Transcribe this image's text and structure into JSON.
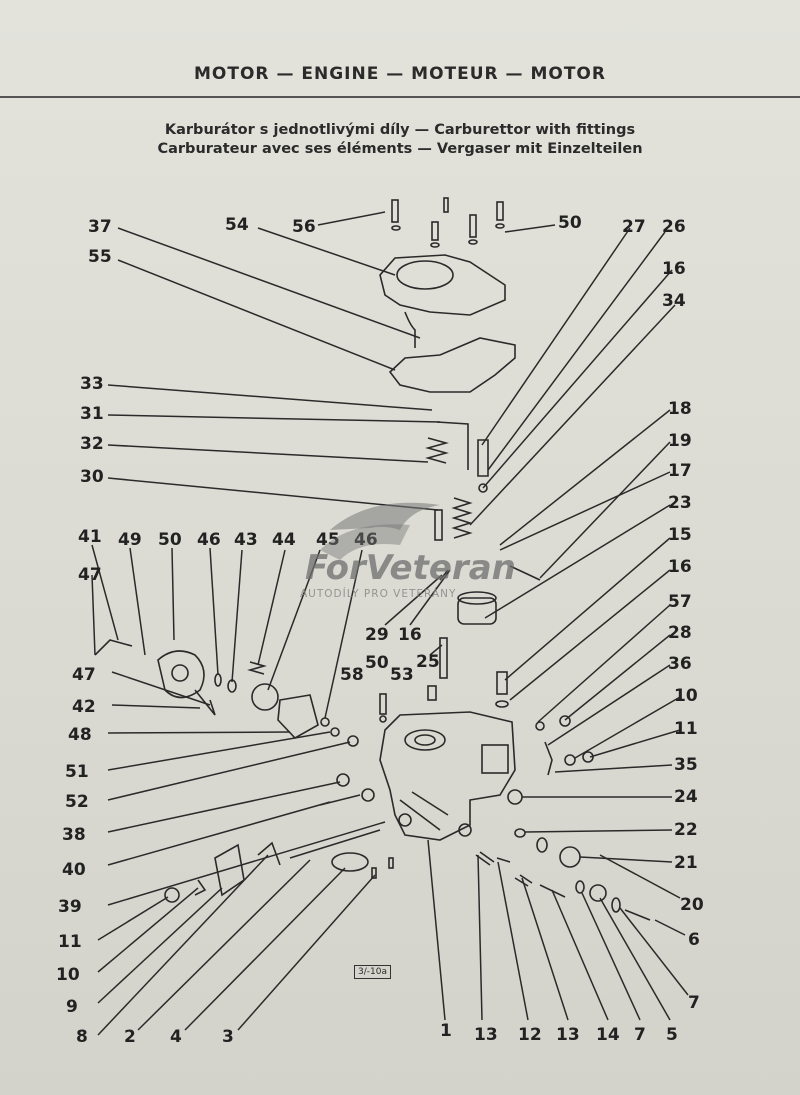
{
  "header": {
    "title": "MOTOR — ENGINE — MOTEUR — MOTOR"
  },
  "subtitle": {
    "line1": "Karburátor s jednotlivými díly — Carburettor with fittings",
    "line2": "Carburateur avec ses éléments — Vergaser mit Einzelteilen"
  },
  "watermark": {
    "brand": "ForVeteran",
    "tagline": "AUTODÍLY PRO VETERÁNY"
  },
  "figure_code": "3/-10a",
  "callouts": [
    {
      "id": "c37",
      "text": "37"
    },
    {
      "id": "c54",
      "text": "54"
    },
    {
      "id": "c56",
      "text": "56"
    },
    {
      "id": "c50a",
      "text": "50"
    },
    {
      "id": "c27",
      "text": "27"
    },
    {
      "id": "c26",
      "text": "26"
    },
    {
      "id": "c16a",
      "text": "16"
    },
    {
      "id": "c34",
      "text": "34"
    },
    {
      "id": "c55",
      "text": "55"
    },
    {
      "id": "c33",
      "text": "33"
    },
    {
      "id": "c31",
      "text": "31"
    },
    {
      "id": "c32",
      "text": "32"
    },
    {
      "id": "c30",
      "text": "30"
    },
    {
      "id": "c18",
      "text": "18"
    },
    {
      "id": "c19",
      "text": "19"
    },
    {
      "id": "c17",
      "text": "17"
    },
    {
      "id": "c23",
      "text": "23"
    },
    {
      "id": "c15",
      "text": "15"
    },
    {
      "id": "c16b",
      "text": "16"
    },
    {
      "id": "c57",
      "text": "57"
    },
    {
      "id": "c28",
      "text": "28"
    },
    {
      "id": "c36",
      "text": "36"
    },
    {
      "id": "c10a",
      "text": "10"
    },
    {
      "id": "c11a",
      "text": "11"
    },
    {
      "id": "c35",
      "text": "35"
    },
    {
      "id": "c24",
      "text": "24"
    },
    {
      "id": "c22",
      "text": "22"
    },
    {
      "id": "c21",
      "text": "21"
    },
    {
      "id": "c20",
      "text": "20"
    },
    {
      "id": "c6",
      "text": "6"
    },
    {
      "id": "c7a",
      "text": "7"
    },
    {
      "id": "c41",
      "text": "41"
    },
    {
      "id": "c49",
      "text": "49"
    },
    {
      "id": "c50b",
      "text": "50"
    },
    {
      "id": "c46a",
      "text": "46"
    },
    {
      "id": "c43",
      "text": "43"
    },
    {
      "id": "c44",
      "text": "44"
    },
    {
      "id": "c45",
      "text": "45"
    },
    {
      "id": "c46b",
      "text": "46"
    },
    {
      "id": "c47a",
      "text": "47"
    },
    {
      "id": "c47b",
      "text": "47"
    },
    {
      "id": "c42",
      "text": "42"
    },
    {
      "id": "c48",
      "text": "48"
    },
    {
      "id": "c29",
      "text": "29"
    },
    {
      "id": "c16c",
      "text": "16"
    },
    {
      "id": "c25",
      "text": "25"
    },
    {
      "id": "c58",
      "text": "58"
    },
    {
      "id": "c50c",
      "text": "50"
    },
    {
      "id": "c53",
      "text": "53"
    },
    {
      "id": "c51",
      "text": "51"
    },
    {
      "id": "c52",
      "text": "52"
    },
    {
      "id": "c38",
      "text": "38"
    },
    {
      "id": "c40",
      "text": "40"
    },
    {
      "id": "c39",
      "text": "39"
    },
    {
      "id": "c11b",
      "text": "11"
    },
    {
      "id": "c10b",
      "text": "10"
    },
    {
      "id": "c9",
      "text": "9"
    },
    {
      "id": "c8",
      "text": "8"
    },
    {
      "id": "c2",
      "text": "2"
    },
    {
      "id": "c4",
      "text": "4"
    },
    {
      "id": "c3",
      "text": "3"
    },
    {
      "id": "c1",
      "text": "1"
    },
    {
      "id": "c13a",
      "text": "13"
    },
    {
      "id": "c12",
      "text": "12"
    },
    {
      "id": "c13b",
      "text": "13"
    },
    {
      "id": "c14",
      "text": "14"
    },
    {
      "id": "c7b",
      "text": "7"
    },
    {
      "id": "c5",
      "text": "5"
    }
  ]
}
